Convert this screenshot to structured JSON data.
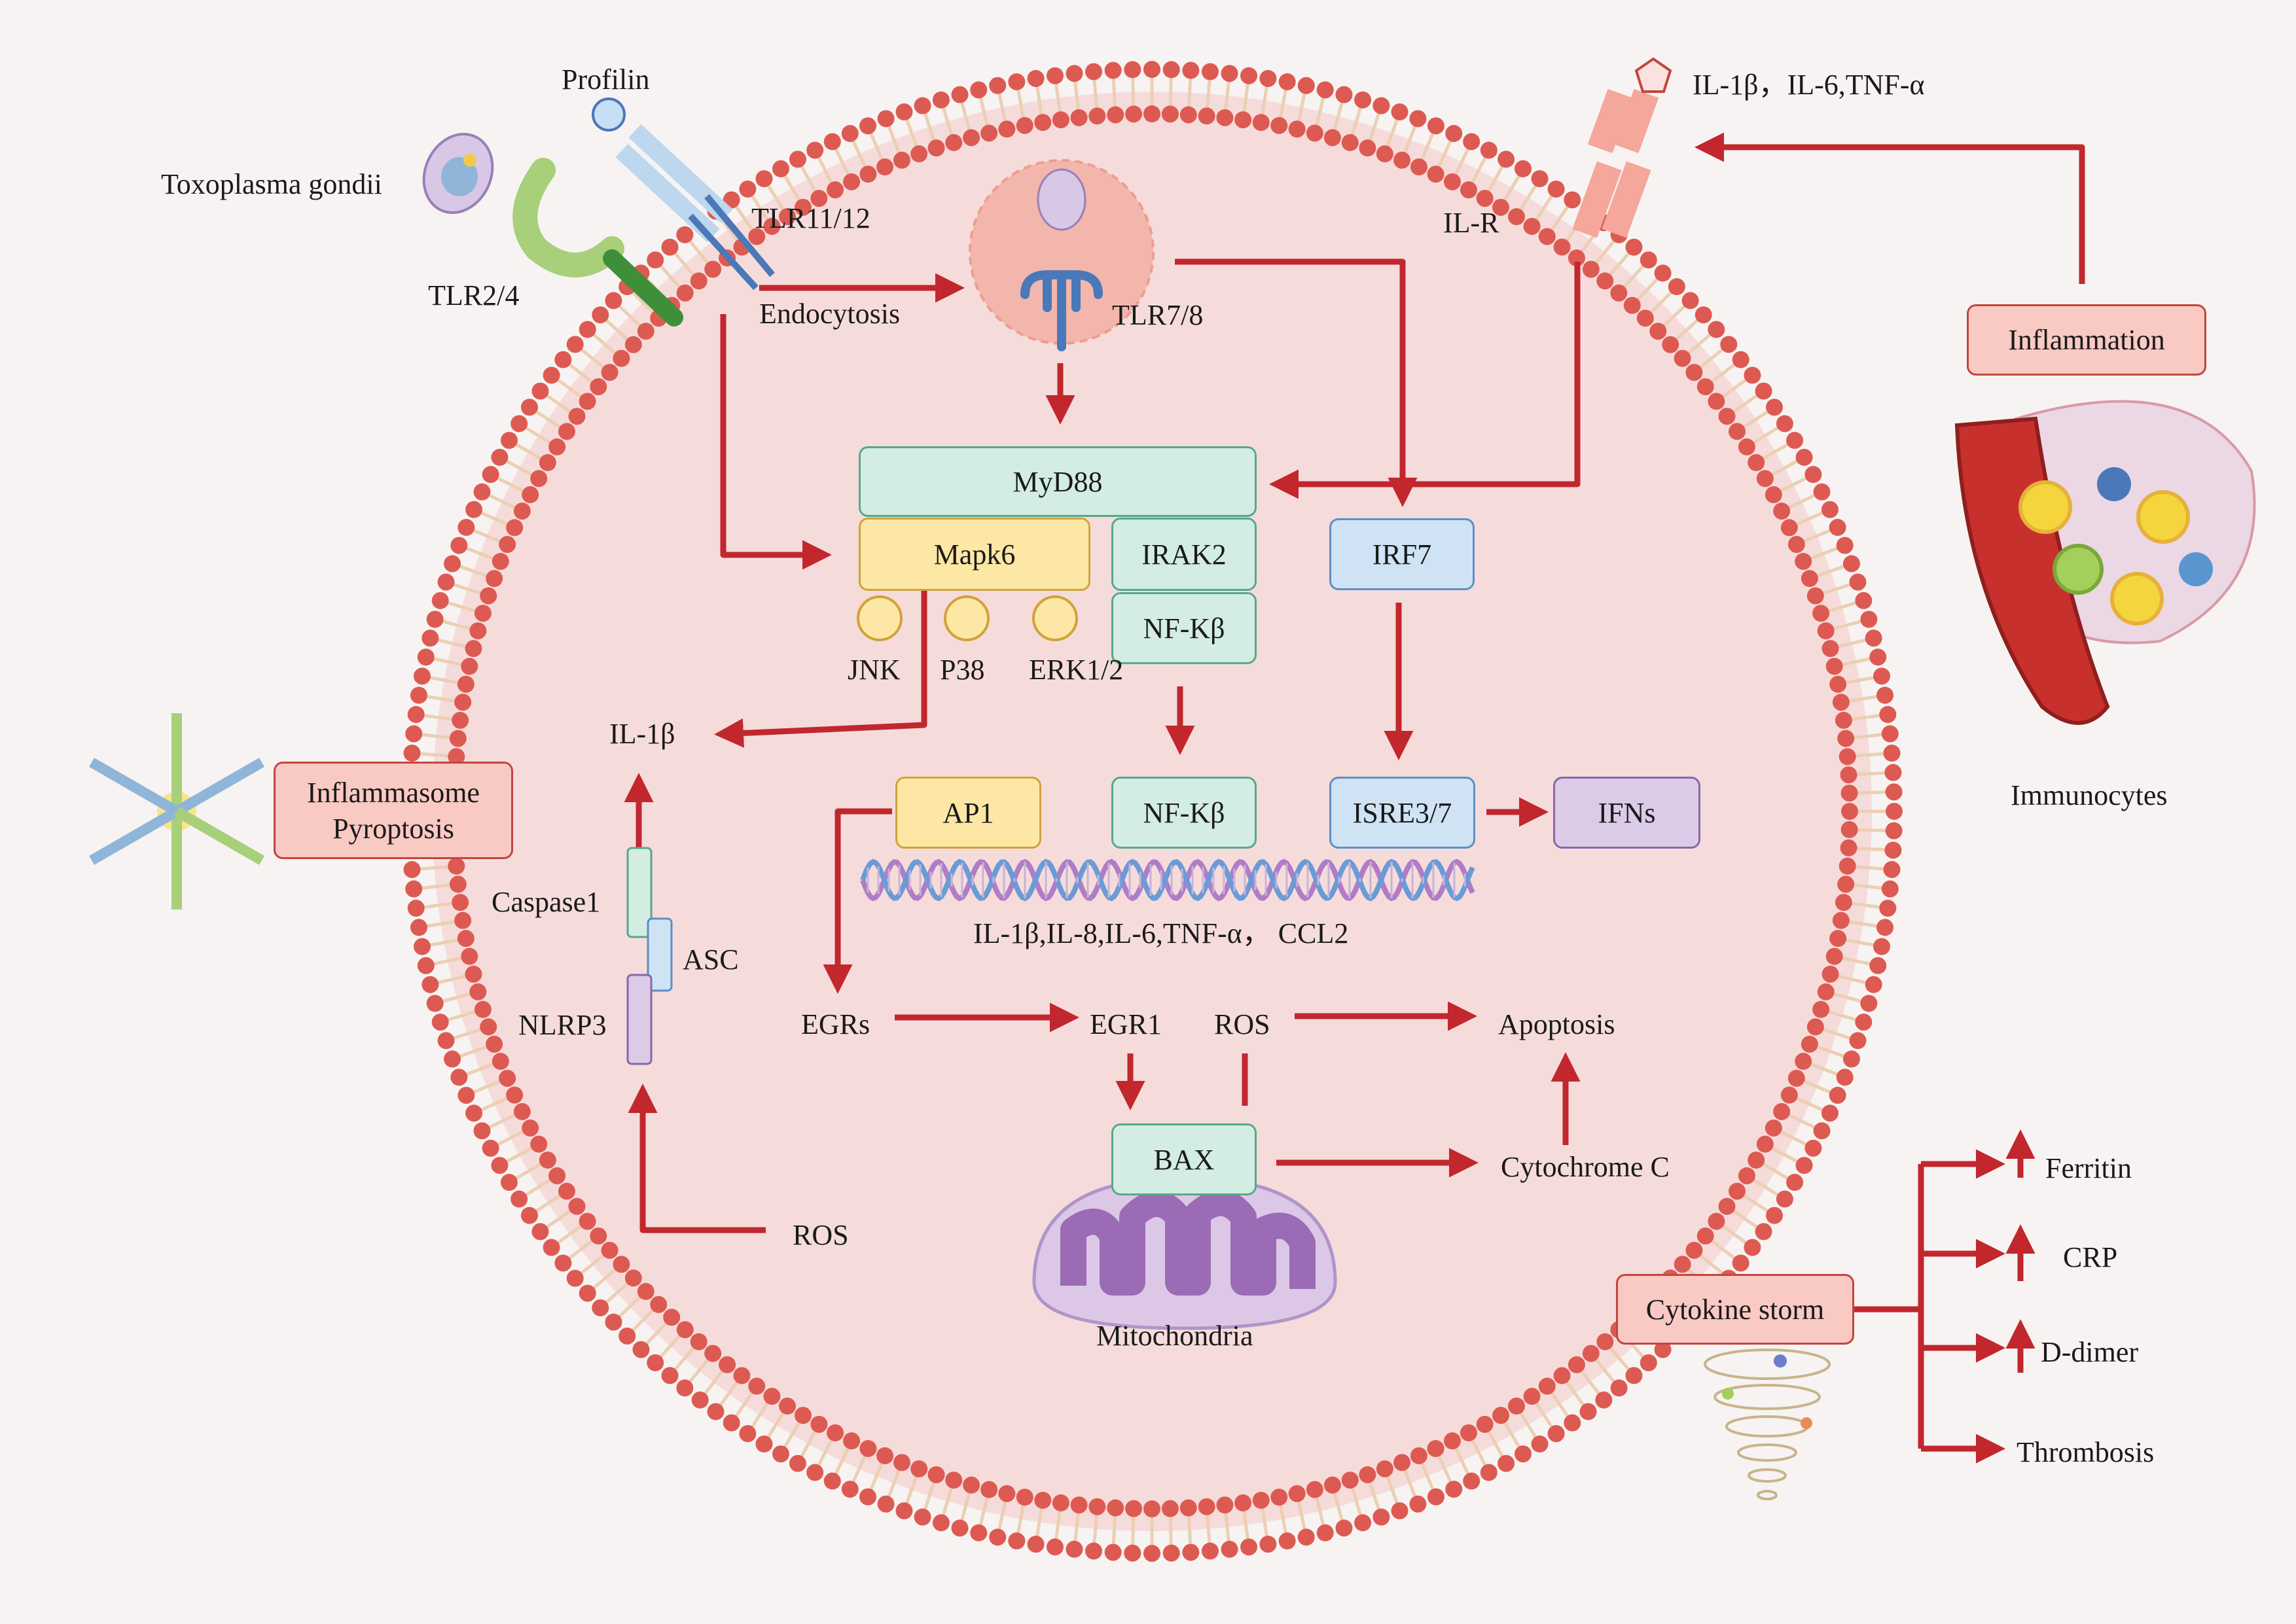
{
  "colors": {
    "arrow": "#c1272d",
    "cell_fill": "#f5dcdb",
    "membrane_head": "#dd5a52",
    "membrane_tail": "#eccfb4"
  },
  "receptors": {
    "profilin": "Profilin",
    "toxoplasma": "Toxoplasma gondii",
    "tlr11_12": "TLR11/12",
    "tlr2_4": "TLR2/4",
    "endocytosis": "Endocytosis",
    "tlr7_8": "TLR7/8",
    "il_r": "IL-R",
    "cytokines_out": "IL-1β，IL-6,TNF-α"
  },
  "signaling": {
    "myd88": "MyD88",
    "mapk6": "Mapk6",
    "irak2": "IRAK2",
    "nfkb_upper": "NF-Kβ",
    "irf7": "IRF7",
    "jnk": "JNK",
    "p38": "P38",
    "erk": "ERK1/2"
  },
  "inflammasome": {
    "il1b": "IL-1β",
    "label": "Inflammasome\nPyroptosis",
    "caspase1": "Caspase1",
    "asc": "ASC",
    "nlrp3": "NLRP3",
    "ros_left": "ROS"
  },
  "nucleus": {
    "ap1": "AP1",
    "nfkb_lower": "NF-Kβ",
    "isre": "ISRE3/7",
    "ifns": "IFNs",
    "genes": "IL-1β,IL-8,IL-6,TNF-α，  CCL2"
  },
  "apoptosis": {
    "egrs": "EGRs",
    "egr1": "EGR1",
    "ros_mid": "ROS",
    "apoptosis": "Apoptosis",
    "bax": "BAX",
    "cytochrome": "Cytochrome C",
    "mitochondria": "Mitochondria"
  },
  "outside": {
    "inflammation": "Inflammation",
    "immunocytes": "Immunocytes",
    "cytokine_storm": "Cytokine storm",
    "ferritin": "Ferritin",
    "crp": "CRP",
    "d_dimer": "D-dimer",
    "thrombosis": "Thrombosis"
  }
}
